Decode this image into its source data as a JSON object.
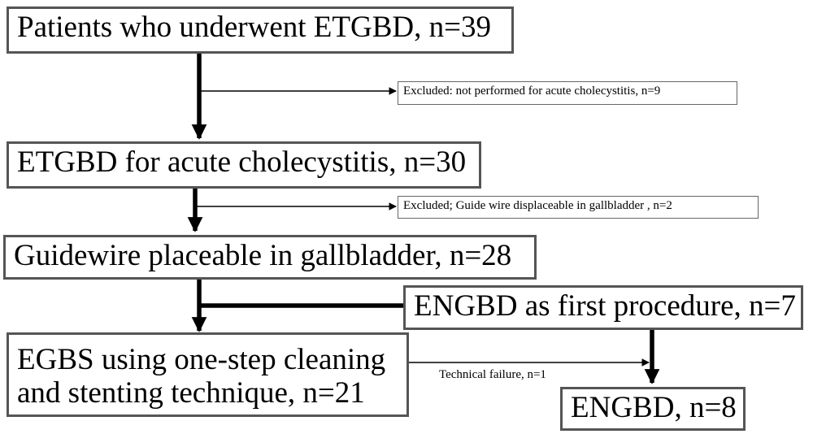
{
  "nodes": {
    "total": "Patients who underwent ETGBD, n=39",
    "excluded_1": "Excluded: not performed for acute cholecystitis, n=9",
    "acute": "ETGBD for acute cholecystitis, n=30",
    "excluded_2": "Excluded; Guide wire displaceable in gallbladder , n=2",
    "guidewire": "Guidewire placeable in gallbladder, n=28",
    "engbd_first": "ENGBD as first procedure, n=7",
    "egbs_line1": "EGBS using one-step cleaning",
    "egbs_line2": "and stenting technique, n=21",
    "engbd_final": "ENGBD, n=8"
  },
  "edge_labels": {
    "technical_failure": "Technical failure, n=1"
  },
  "colors": {
    "border": "#555555",
    "arrow": "#000000",
    "background": "#ffffff"
  }
}
